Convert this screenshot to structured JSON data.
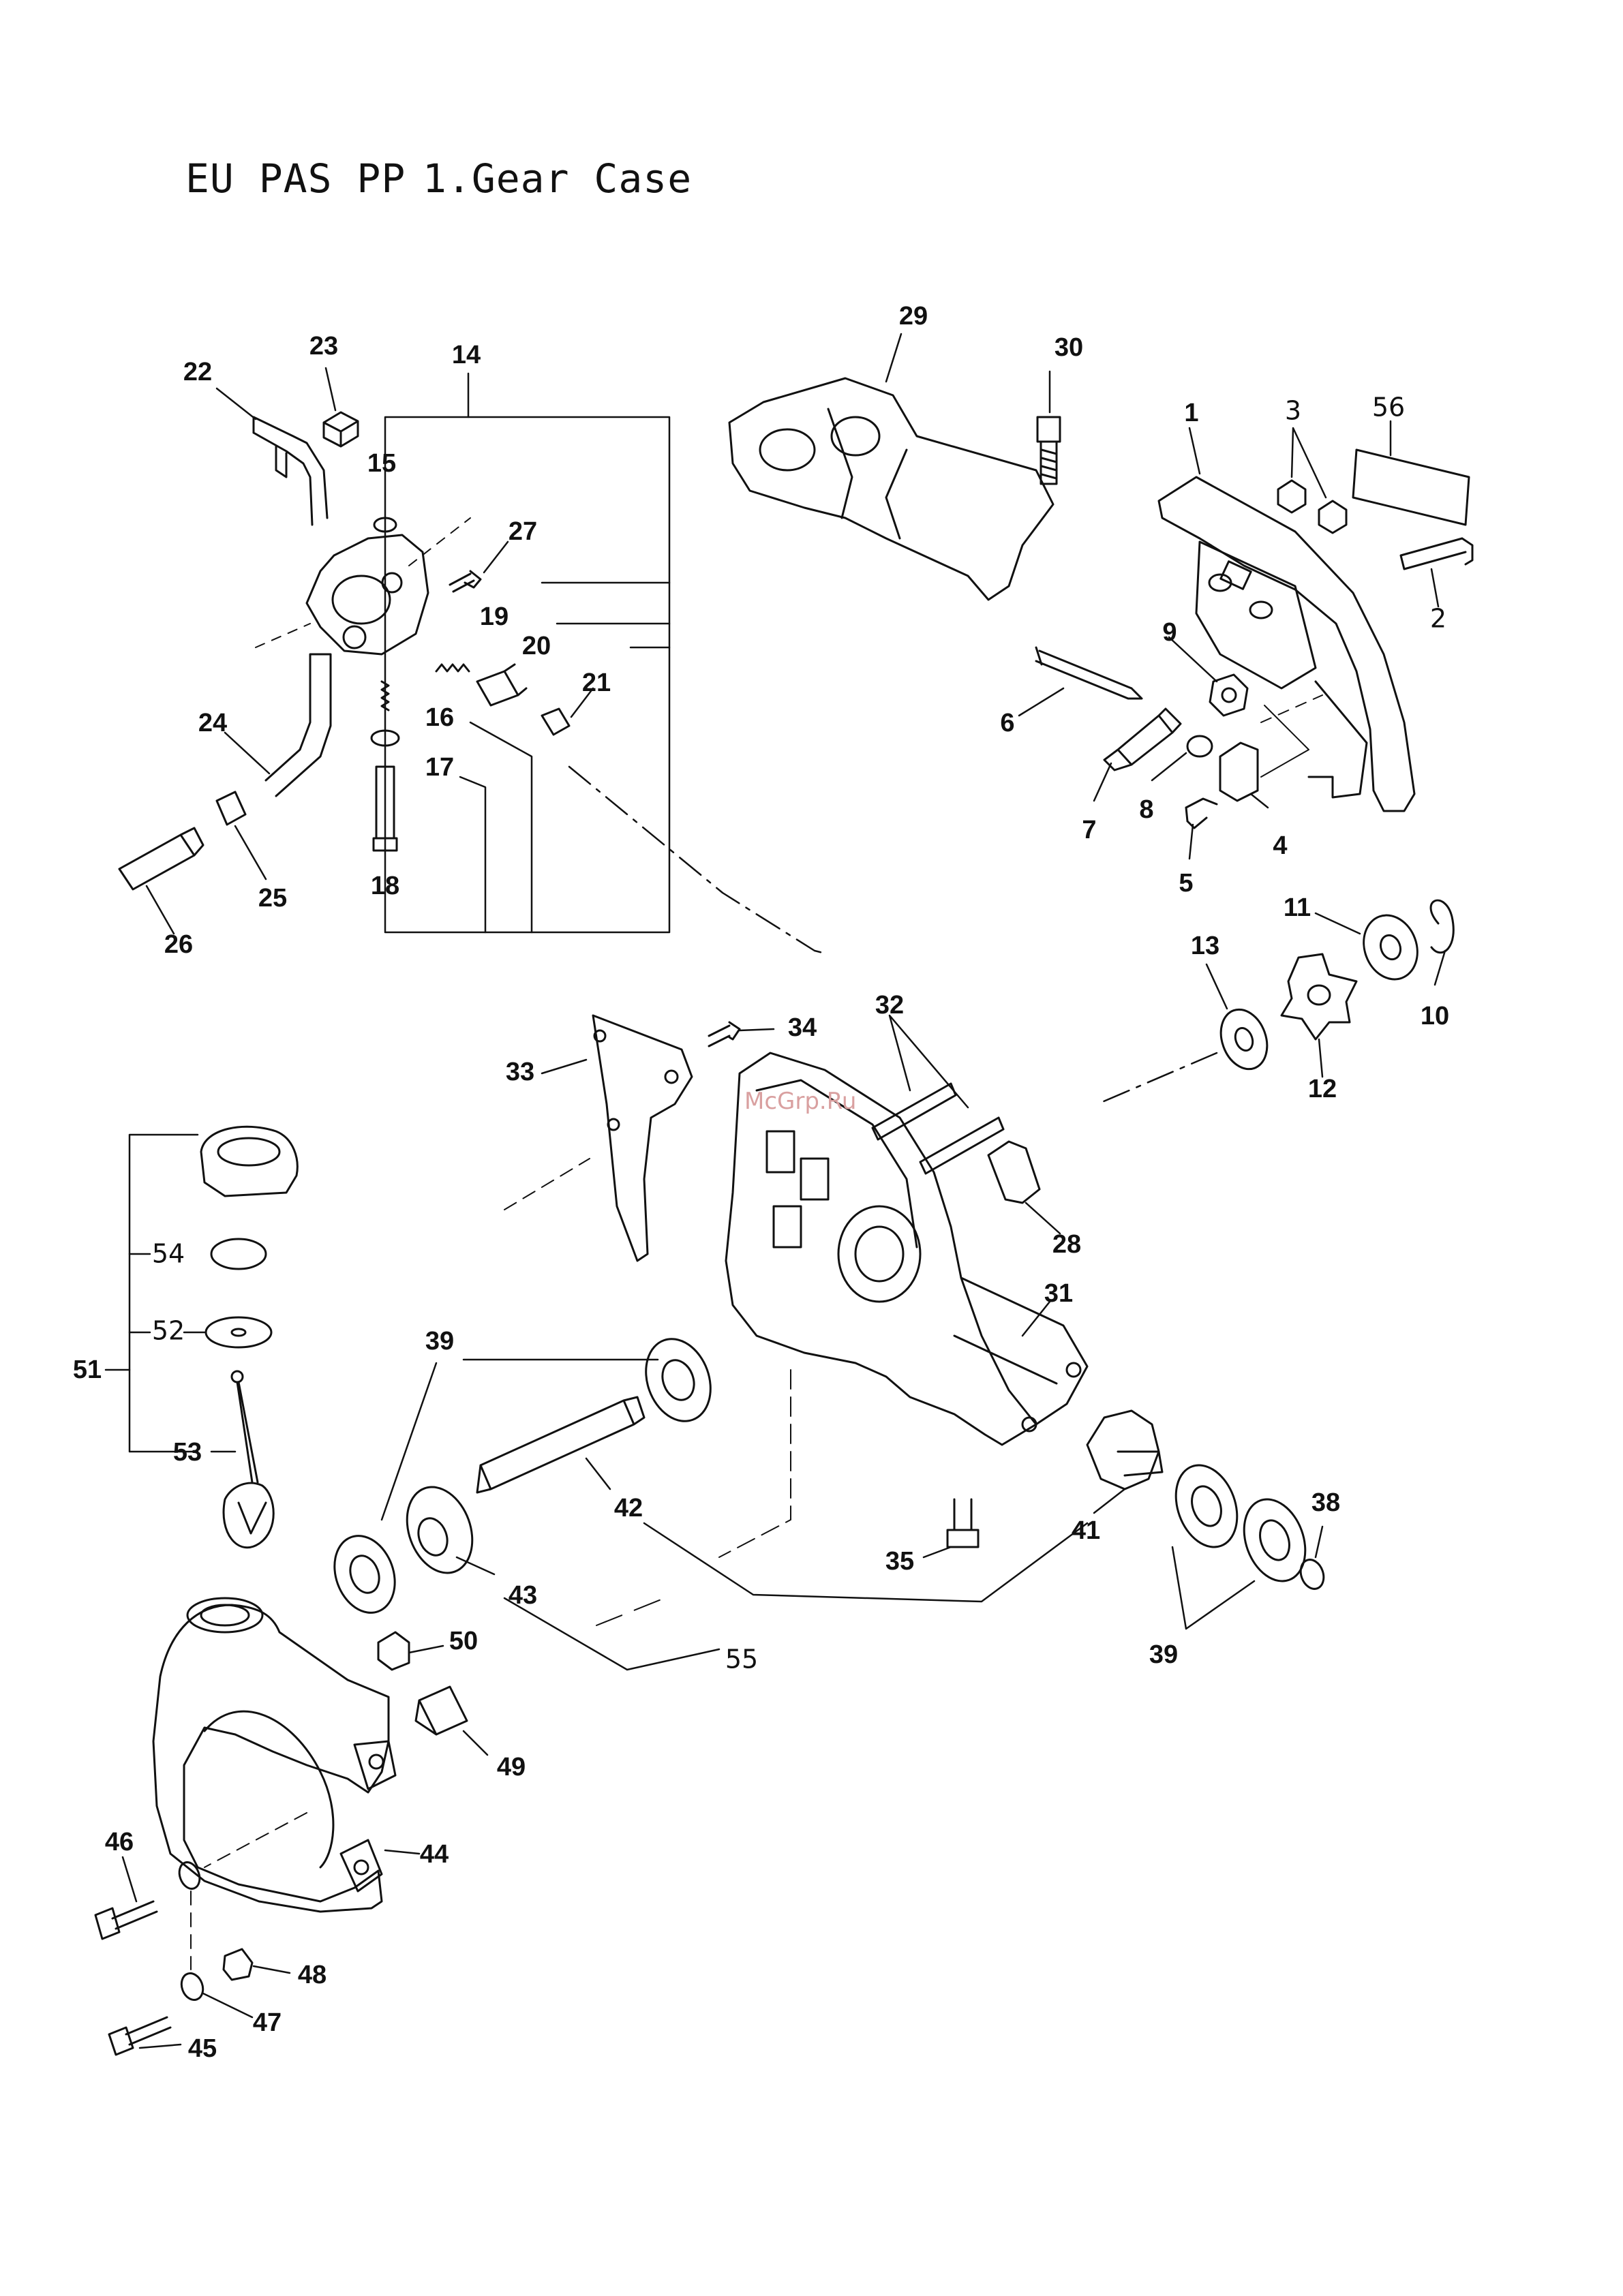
{
  "header": {
    "series": "EU PAS PP",
    "title": "1.Gear Case"
  },
  "watermark": "McGrp.Ru",
  "callouts": [
    {
      "id": "p1",
      "text": "1"
    },
    {
      "id": "p2",
      "text": "2"
    },
    {
      "id": "p3",
      "text": "3"
    },
    {
      "id": "p4",
      "text": "4"
    },
    {
      "id": "p5",
      "text": "5"
    },
    {
      "id": "p6",
      "text": "6"
    },
    {
      "id": "p7",
      "text": "7"
    },
    {
      "id": "p8",
      "text": "8"
    },
    {
      "id": "p9",
      "text": "9"
    },
    {
      "id": "p10",
      "text": "10"
    },
    {
      "id": "p11",
      "text": "11"
    },
    {
      "id": "p12",
      "text": "12"
    },
    {
      "id": "p13",
      "text": "13"
    },
    {
      "id": "p14",
      "text": "14"
    },
    {
      "id": "p15",
      "text": "15"
    },
    {
      "id": "p16",
      "text": "16"
    },
    {
      "id": "p17",
      "text": "17"
    },
    {
      "id": "p18",
      "text": "18"
    },
    {
      "id": "p19",
      "text": "19"
    },
    {
      "id": "p20",
      "text": "20"
    },
    {
      "id": "p21",
      "text": "21"
    },
    {
      "id": "p22",
      "text": "22"
    },
    {
      "id": "p23",
      "text": "23"
    },
    {
      "id": "p24",
      "text": "24"
    },
    {
      "id": "p25",
      "text": "25"
    },
    {
      "id": "p26",
      "text": "26"
    },
    {
      "id": "p27",
      "text": "27"
    },
    {
      "id": "p28",
      "text": "28"
    },
    {
      "id": "p29",
      "text": "29"
    },
    {
      "id": "p30",
      "text": "30"
    },
    {
      "id": "p31",
      "text": "31"
    },
    {
      "id": "p32",
      "text": "32"
    },
    {
      "id": "p33",
      "text": "33"
    },
    {
      "id": "p34",
      "text": "34"
    },
    {
      "id": "p35",
      "text": "35"
    },
    {
      "id": "p38",
      "text": "38"
    },
    {
      "id": "p39a",
      "text": "39"
    },
    {
      "id": "p39b",
      "text": "39"
    },
    {
      "id": "p41",
      "text": "41"
    },
    {
      "id": "p42",
      "text": "42"
    },
    {
      "id": "p43",
      "text": "43"
    },
    {
      "id": "p44",
      "text": "44"
    },
    {
      "id": "p45",
      "text": "45"
    },
    {
      "id": "p46",
      "text": "46"
    },
    {
      "id": "p47",
      "text": "47"
    },
    {
      "id": "p48",
      "text": "48"
    },
    {
      "id": "p49",
      "text": "49"
    },
    {
      "id": "p50",
      "text": "50"
    },
    {
      "id": "p51",
      "text": "51"
    },
    {
      "id": "p52",
      "text": "52"
    },
    {
      "id": "p53",
      "text": "53"
    },
    {
      "id": "p54",
      "text": "54"
    },
    {
      "id": "p55",
      "text": "55"
    },
    {
      "id": "p56",
      "text": "56"
    }
  ]
}
